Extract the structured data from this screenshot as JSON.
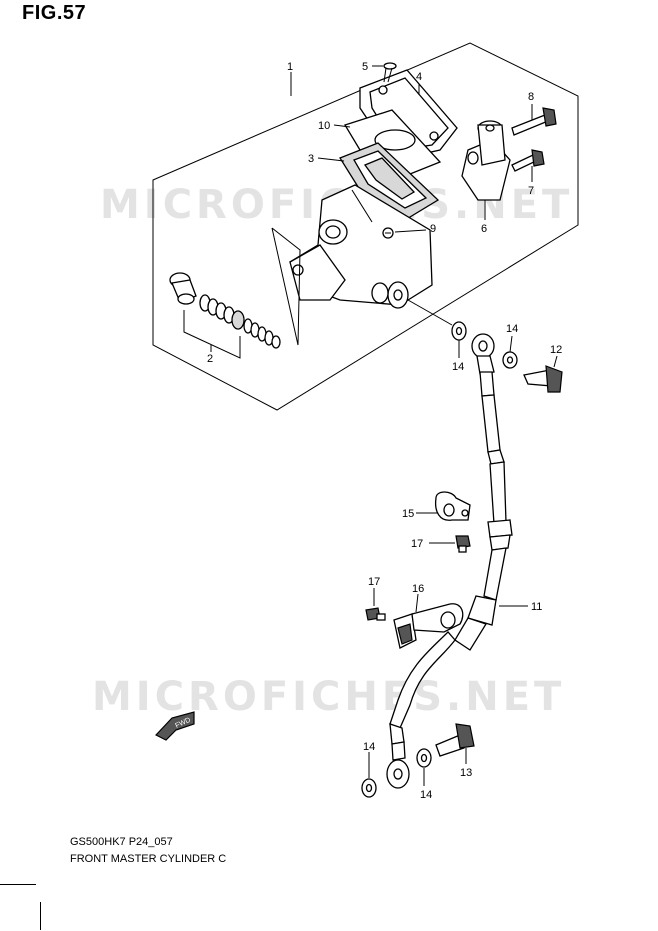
{
  "figure": {
    "title": "FIG.57",
    "model": "GS500HK7 P24_057",
    "part_name": "FRONT MASTER CYLINDER C"
  },
  "watermark": {
    "top": "MICROFICHES.NET",
    "bottom": "MICROFICHES.NET"
  },
  "callouts": [
    {
      "id": "c1",
      "text": "1"
    },
    {
      "id": "c2",
      "text": "2"
    },
    {
      "id": "c3",
      "text": "3"
    },
    {
      "id": "c4",
      "text": "4"
    },
    {
      "id": "c5",
      "text": "5"
    },
    {
      "id": "c6",
      "text": "6"
    },
    {
      "id": "c7",
      "text": "7"
    },
    {
      "id": "c8",
      "text": "8"
    },
    {
      "id": "c9",
      "text": "9"
    },
    {
      "id": "c10",
      "text": "10"
    },
    {
      "id": "c11",
      "text": "11"
    },
    {
      "id": "c12",
      "text": "12"
    },
    {
      "id": "c13",
      "text": "13"
    },
    {
      "id": "c14a",
      "text": "14"
    },
    {
      "id": "c14b",
      "text": "14"
    },
    {
      "id": "c14c",
      "text": "14"
    },
    {
      "id": "c14d",
      "text": "14"
    },
    {
      "id": "c15",
      "text": "15"
    },
    {
      "id": "c16",
      "text": "16"
    },
    {
      "id": "c17a",
      "text": "17"
    },
    {
      "id": "c17b",
      "text": "17"
    }
  ],
  "fwd_badge": "FWD"
}
